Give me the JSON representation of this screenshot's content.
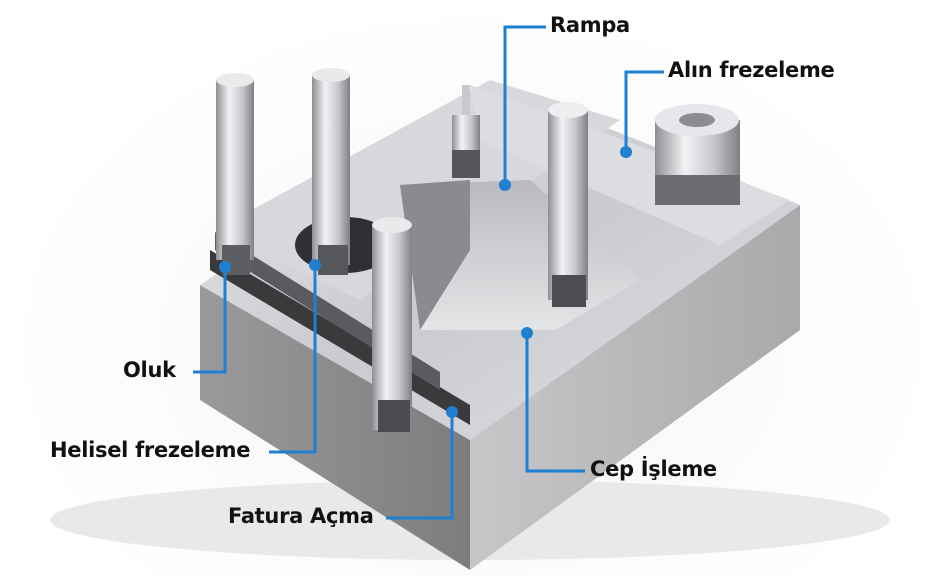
{
  "labels": {
    "rampa": "Rampa",
    "alin_frezeleme": "Alın frezeleme",
    "oluk": "Oluk",
    "helisel_frezeleme": "Helisel frezeleme",
    "fatura_acma": "Fatura Açma",
    "cep_isleme": "Cep İşleme"
  },
  "colors": {
    "leader": "#1f7fd1",
    "text": "#111111"
  }
}
